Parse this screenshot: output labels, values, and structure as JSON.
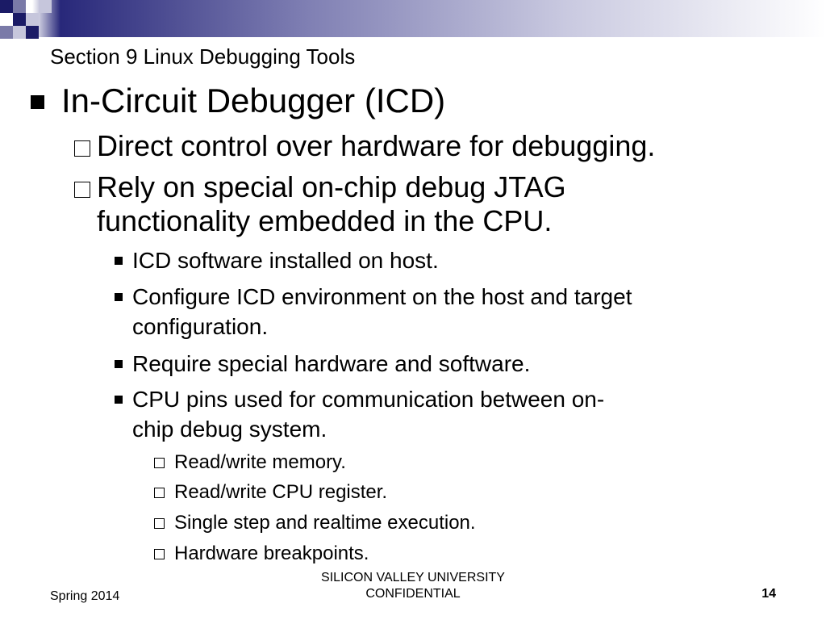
{
  "slide": {
    "section_title": "Section 9  Linux Debugging Tools",
    "level1": "In-Circuit Debugger (ICD)",
    "level2": [
      "Direct control over hardware for debugging.",
      "Rely on special on-chip debug JTAG",
      "functionality embedded in the CPU."
    ],
    "level3": [
      "ICD software installed on host.",
      "Configure ICD environment on the host and target",
      "configuration.",
      "Require special hardware and software.",
      "CPU pins used for communication between on-",
      "chip debug system."
    ],
    "level4": [
      "Read/write memory.",
      "Read/write CPU register.",
      "Single step and realtime execution.",
      "Hardware breakpoints."
    ]
  },
  "footer": {
    "term": "Spring 2014",
    "org_line1": "SILICON VALLEY UNIVERSITY",
    "org_line2": "CONFIDENTIAL",
    "page_number": "14"
  },
  "colors": {
    "header_dark": "#1b1b66",
    "header_mid": "#7a7aa8",
    "header_light": "#c6c6dc"
  }
}
